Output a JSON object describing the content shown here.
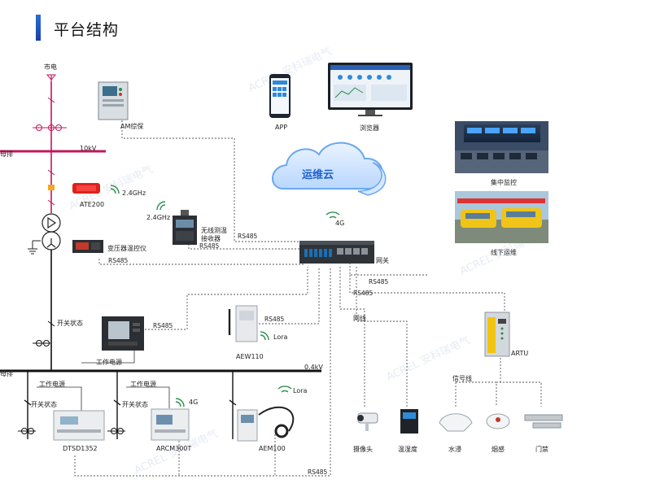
{
  "header": {
    "title": "平台结构"
  },
  "cloud": {
    "label": "运维云"
  },
  "grid": {
    "mains": "市电",
    "bus_10kv_left": "母排",
    "bus_10kv": "10kV",
    "bus_04kv_left": "母排",
    "bus_04kv": "0.4kV"
  },
  "devices": {
    "am": "AM综保",
    "app": "APP",
    "browser": "浏览器",
    "monitor": "集中监控",
    "ops": "线下运维",
    "ate": "ATE200",
    "ghz1": "2.4GHz",
    "ghz2": "2.4GHz",
    "wireless_temp_1": "无线测温",
    "wireless_temp_2": "接收器",
    "transformer_temp": "变压器温控仪",
    "gateway": "网关",
    "four_g": "4G",
    "switch_status_main": "开关状态",
    "work_power_main": "工作电源",
    "aew110": "AEW110",
    "lora1": "Lora",
    "artu": "ARTU",
    "signal_line": "信号线",
    "network_line": "网线",
    "work_power_1": "工作电源",
    "work_power_2": "工作电源",
    "switch_status_1": "开关状态",
    "switch_status_2": "开关状态",
    "dtsd": "DTSD1352",
    "arcm": "ARCM300T",
    "four_g_2": "4G",
    "aem": "AEM100",
    "lora2": "Lora",
    "camera": "摄像头",
    "temp_hum": "温湿度",
    "water": "水浸",
    "smoke": "烟感",
    "door": "门禁"
  },
  "links": {
    "rs485_a": "RS485",
    "rs485_b": "RS485",
    "rs485_c": "RS485",
    "rs485_d": "RS485",
    "rs485_e": "RS485",
    "rs485_f": "RS485",
    "rs485_g": "RS485"
  },
  "watermark": "ACREL 安科瑞电气",
  "colors": {
    "accent": "#1a5fd0",
    "bus": "#111111",
    "switch": "#c2185b",
    "dotted": "#555555"
  }
}
